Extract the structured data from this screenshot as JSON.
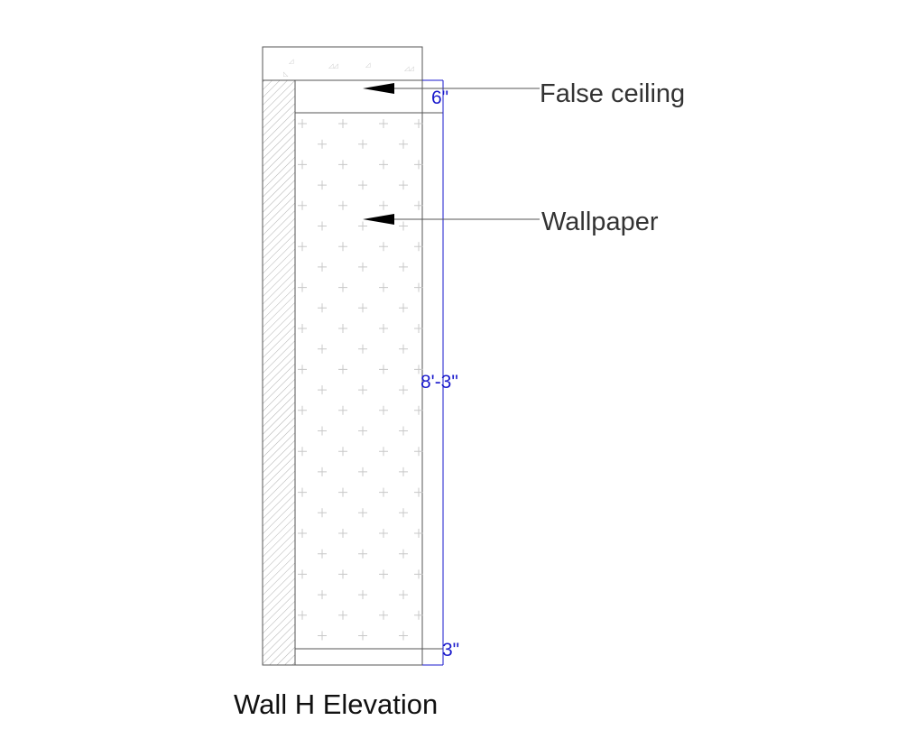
{
  "title": "Wall H Elevation",
  "annotations": {
    "false_ceiling": "False ceiling",
    "wallpaper": "Wallpaper"
  },
  "dimensions": {
    "false_ceiling_height": "6\"",
    "wall_height": "8'-3\"",
    "skirting_height": "3\""
  },
  "colors": {
    "line": "#555555",
    "dimension": "#1a1acc",
    "hatch": "#aaaaaa",
    "pattern": "#c8c8c8"
  }
}
